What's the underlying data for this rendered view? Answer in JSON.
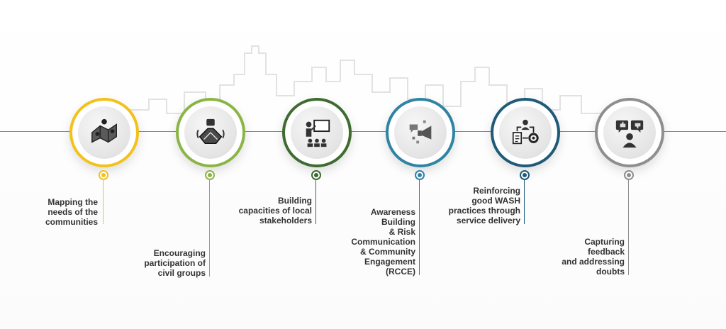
{
  "steps": [
    {
      "label_lines": [
        "Mapping the",
        "needs of the",
        "communities"
      ],
      "color": "#f2c11a",
      "icon": "map-icon"
    },
    {
      "label_lines": [
        "Encouraging",
        "participation of",
        "civil groups"
      ],
      "color": "#8ab545",
      "icon": "hands-together-icon"
    },
    {
      "label_lines": [
        "Building",
        "capacities of local",
        "stakeholders"
      ],
      "color": "#3e6b2f",
      "icon": "presentation-icon"
    },
    {
      "label_lines": [
        "Awareness",
        "Building",
        "& Risk",
        "Communication",
        "& Community",
        "Engagement",
        "(RCCE)"
      ],
      "color": "#2f83a3",
      "icon": "megaphone-icon"
    },
    {
      "label_lines": [
        "Reinforcing",
        "good WASH",
        "practices through",
        "service delivery"
      ],
      "color": "#1f5a78",
      "icon": "process-gear-icon"
    },
    {
      "label_lines": [
        "Capturing",
        "feedback",
        "and addressing",
        "doubts"
      ],
      "color": "#8e8e8e",
      "icon": "feedback-icon"
    }
  ]
}
